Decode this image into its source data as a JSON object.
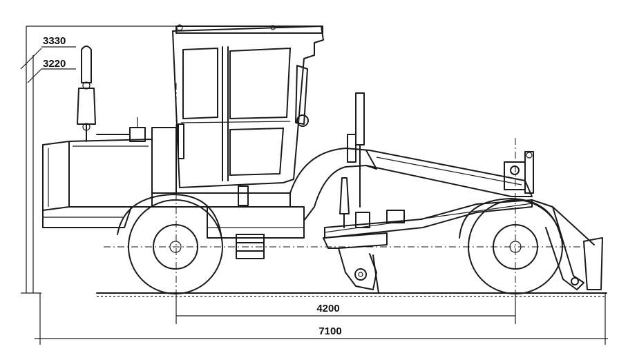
{
  "dimensions": {
    "height_total": "3330",
    "height_cab": "3220",
    "wheelbase": "4200",
    "length_total": "7100"
  }
}
